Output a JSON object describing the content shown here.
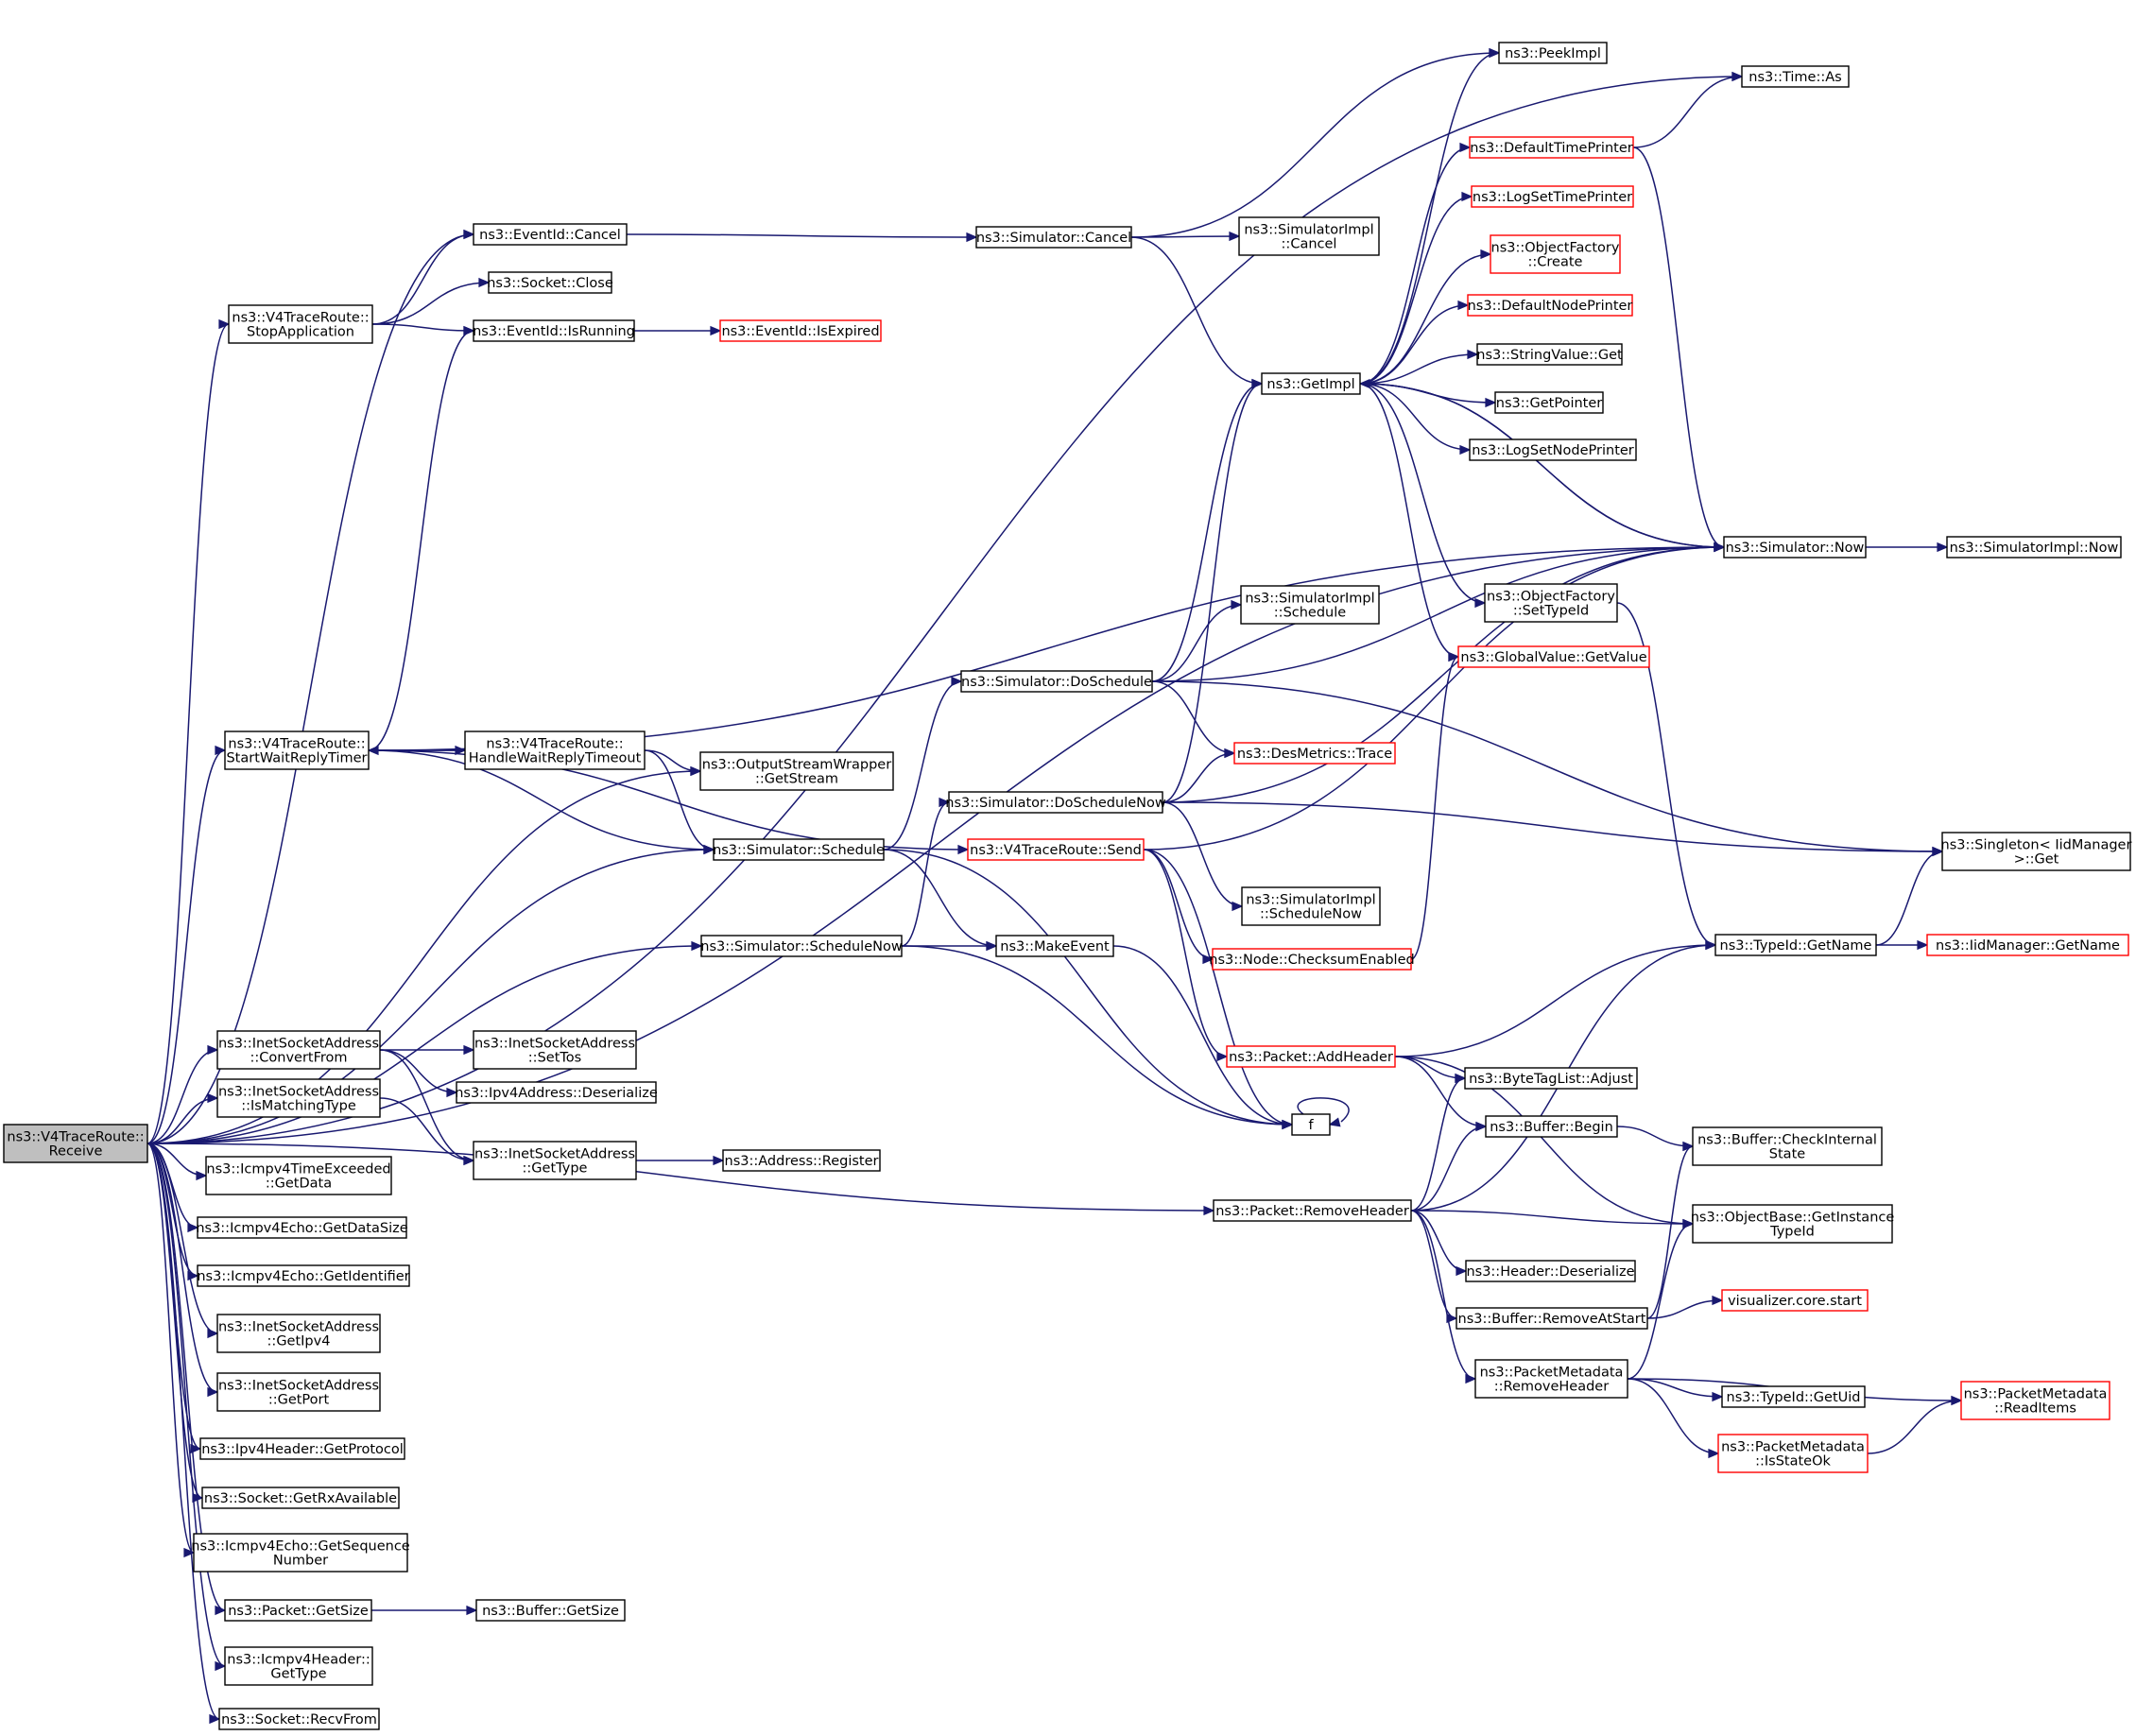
{
  "colors": {
    "edge": "#191970",
    "node_border": "#000000",
    "truncated_border": "#ff0000",
    "root_fill": "#bfbfbf",
    "node_fill": "#ffffff"
  },
  "nodes": [
    {
      "id": "receive",
      "lines": [
        "ns3::V4TraceRoute::",
        "Receive"
      ],
      "style": "root"
    },
    {
      "id": "stopapp",
      "lines": [
        "ns3::V4TraceRoute::",
        "StopApplication"
      ],
      "style": "normal"
    },
    {
      "id": "evcancel",
      "lines": [
        "ns3::EventId::Cancel"
      ],
      "style": "normal"
    },
    {
      "id": "sockclose",
      "lines": [
        "ns3::Socket::Close"
      ],
      "style": "normal"
    },
    {
      "id": "evrunning",
      "lines": [
        "ns3::EventId::IsRunning"
      ],
      "style": "normal"
    },
    {
      "id": "evexpired",
      "lines": [
        "ns3::EventId::IsExpired"
      ],
      "style": "truncated"
    },
    {
      "id": "simcancel",
      "lines": [
        "ns3::Simulator::Cancel"
      ],
      "style": "normal"
    },
    {
      "id": "simimplcancel",
      "lines": [
        "ns3::SimulatorImpl",
        "::Cancel"
      ],
      "style": "normal"
    },
    {
      "id": "peekimpl",
      "lines": [
        "ns3::PeekImpl"
      ],
      "style": "normal"
    },
    {
      "id": "timeas",
      "lines": [
        "ns3::Time::As"
      ],
      "style": "normal"
    },
    {
      "id": "deftimeprinter",
      "lines": [
        "ns3::DefaultTimePrinter"
      ],
      "style": "truncated"
    },
    {
      "id": "logsettimeprinter",
      "lines": [
        "ns3::LogSetTimePrinter"
      ],
      "style": "truncated"
    },
    {
      "id": "objfactcreate",
      "lines": [
        "ns3::ObjectFactory",
        "::Create"
      ],
      "style": "truncated"
    },
    {
      "id": "defnodeprinter",
      "lines": [
        "ns3::DefaultNodePrinter"
      ],
      "style": "truncated"
    },
    {
      "id": "stringvalget",
      "lines": [
        "ns3::StringValue::Get"
      ],
      "style": "normal"
    },
    {
      "id": "getpointer",
      "lines": [
        "ns3::GetPointer"
      ],
      "style": "normal"
    },
    {
      "id": "logsetnodeprinter",
      "lines": [
        "ns3::LogSetNodePrinter"
      ],
      "style": "normal"
    },
    {
      "id": "getimpl",
      "lines": [
        "ns3::GetImpl"
      ],
      "style": "normal"
    },
    {
      "id": "simnow",
      "lines": [
        "ns3::Simulator::Now"
      ],
      "style": "normal"
    },
    {
      "id": "simimplnow",
      "lines": [
        "ns3::SimulatorImpl::Now"
      ],
      "style": "normal"
    },
    {
      "id": "objfactsettypeid",
      "lines": [
        "ns3::ObjectFactory",
        "::SetTypeId"
      ],
      "style": "normal"
    },
    {
      "id": "globalvalget",
      "lines": [
        "ns3::GlobalValue::GetValue"
      ],
      "style": "truncated"
    },
    {
      "id": "simimplschedule",
      "lines": [
        "ns3::SimulatorImpl",
        "::Schedule"
      ],
      "style": "normal"
    },
    {
      "id": "simdoschedule",
      "lines": [
        "ns3::Simulator::DoSchedule"
      ],
      "style": "normal"
    },
    {
      "id": "desmetrics",
      "lines": [
        "ns3::DesMetrics::Trace"
      ],
      "style": "truncated"
    },
    {
      "id": "startwait",
      "lines": [
        "ns3::V4TraceRoute::",
        "StartWaitReplyTimer"
      ],
      "style": "normal"
    },
    {
      "id": "handlewait",
      "lines": [
        "ns3::V4TraceRoute::",
        "HandleWaitReplyTimeout"
      ],
      "style": "normal"
    },
    {
      "id": "getstream",
      "lines": [
        "ns3::OutputStreamWrapper",
        "::GetStream"
      ],
      "style": "normal"
    },
    {
      "id": "simdoschedulenow",
      "lines": [
        "ns3::Simulator::DoScheduleNow"
      ],
      "style": "normal"
    },
    {
      "id": "v4send",
      "lines": [
        "ns3::V4TraceRoute::Send"
      ],
      "style": "truncated"
    },
    {
      "id": "simschedule",
      "lines": [
        "ns3::Simulator::Schedule"
      ],
      "style": "normal"
    },
    {
      "id": "simimplschedulenow",
      "lines": [
        "ns3::SimulatorImpl",
        "::ScheduleNow"
      ],
      "style": "normal"
    },
    {
      "id": "singletonget",
      "lines": [
        "ns3::Singleton< IidManager",
        ">::Get"
      ],
      "style": "normal"
    },
    {
      "id": "simschedulenow",
      "lines": [
        "ns3::Simulator::ScheduleNow"
      ],
      "style": "normal"
    },
    {
      "id": "makeevent",
      "lines": [
        "ns3::MakeEvent"
      ],
      "style": "normal"
    },
    {
      "id": "checksum",
      "lines": [
        "ns3::Node::ChecksumEnabled"
      ],
      "style": "truncated"
    },
    {
      "id": "typeidgetname",
      "lines": [
        "ns3::TypeId::GetName"
      ],
      "style": "normal"
    },
    {
      "id": "iidgetname",
      "lines": [
        "ns3::IidManager::GetName"
      ],
      "style": "truncated"
    },
    {
      "id": "convertfrom",
      "lines": [
        "ns3::InetSocketAddress",
        "::ConvertFrom"
      ],
      "style": "normal"
    },
    {
      "id": "settos",
      "lines": [
        "ns3::InetSocketAddress",
        "::SetTos"
      ],
      "style": "normal"
    },
    {
      "id": "ipv4deser",
      "lines": [
        "ns3::Ipv4Address::Deserialize"
      ],
      "style": "normal"
    },
    {
      "id": "addheader",
      "lines": [
        "ns3::Packet::AddHeader"
      ],
      "style": "truncated"
    },
    {
      "id": "bytetag",
      "lines": [
        "ns3::ByteTagList::Adjust"
      ],
      "style": "normal"
    },
    {
      "id": "f",
      "lines": [
        "f"
      ],
      "style": "normal"
    },
    {
      "id": "ismatching",
      "lines": [
        "ns3::InetSocketAddress",
        "::IsMatchingType"
      ],
      "style": "normal"
    },
    {
      "id": "inetgettype",
      "lines": [
        "ns3::InetSocketAddress",
        "::GetType"
      ],
      "style": "normal"
    },
    {
      "id": "addrregister",
      "lines": [
        "ns3::Address::Register"
      ],
      "style": "normal"
    },
    {
      "id": "bufbegin",
      "lines": [
        "ns3::Buffer::Begin"
      ],
      "style": "normal"
    },
    {
      "id": "bufcheck",
      "lines": [
        "ns3::Buffer::CheckInternal",
        "State"
      ],
      "style": "normal"
    },
    {
      "id": "icmptimeex",
      "lines": [
        "ns3::Icmpv4TimeExceeded",
        "::GetData"
      ],
      "style": "normal"
    },
    {
      "id": "removeheader",
      "lines": [
        "ns3::Packet::RemoveHeader"
      ],
      "style": "normal"
    },
    {
      "id": "objbase",
      "lines": [
        "ns3::ObjectBase::GetInstance",
        "TypeId"
      ],
      "style": "normal"
    },
    {
      "id": "echodatasize",
      "lines": [
        "ns3::Icmpv4Echo::GetDataSize"
      ],
      "style": "normal"
    },
    {
      "id": "echoident",
      "lines": [
        "ns3::Icmpv4Echo::GetIdentifier"
      ],
      "style": "normal"
    },
    {
      "id": "headerdeser",
      "lines": [
        "ns3::Header::Deserialize"
      ],
      "style": "normal"
    },
    {
      "id": "bufremove",
      "lines": [
        "ns3::Buffer::RemoveAtStart"
      ],
      "style": "normal"
    },
    {
      "id": "vizstart",
      "lines": [
        "visualizer.core.start"
      ],
      "style": "truncated"
    },
    {
      "id": "getipv4",
      "lines": [
        "ns3::InetSocketAddress",
        "::GetIpv4"
      ],
      "style": "normal"
    },
    {
      "id": "pmremove",
      "lines": [
        "ns3::PacketMetadata",
        "::RemoveHeader"
      ],
      "style": "normal"
    },
    {
      "id": "getport",
      "lines": [
        "ns3::InetSocketAddress",
        "::GetPort"
      ],
      "style": "normal"
    },
    {
      "id": "typeidgetuid",
      "lines": [
        "ns3::TypeId::GetUid"
      ],
      "style": "normal"
    },
    {
      "id": "pmreaditems",
      "lines": [
        "ns3::PacketMetadata",
        "::ReadItems"
      ],
      "style": "truncated"
    },
    {
      "id": "pmstateok",
      "lines": [
        "ns3::PacketMetadata",
        "::IsStateOk"
      ],
      "style": "truncated"
    },
    {
      "id": "ipv4proto",
      "lines": [
        "ns3::Ipv4Header::GetProtocol"
      ],
      "style": "normal"
    },
    {
      "id": "sockrxavail",
      "lines": [
        "ns3::Socket::GetRxAvailable"
      ],
      "style": "normal"
    },
    {
      "id": "echoseq",
      "lines": [
        "ns3::Icmpv4Echo::GetSequence",
        "Number"
      ],
      "style": "normal"
    },
    {
      "id": "pktgetsize",
      "lines": [
        "ns3::Packet::GetSize"
      ],
      "style": "normal"
    },
    {
      "id": "bufgetsize",
      "lines": [
        "ns3::Buffer::GetSize"
      ],
      "style": "normal"
    },
    {
      "id": "icmpgettype",
      "lines": [
        "ns3::Icmpv4Header::",
        "GetType"
      ],
      "style": "normal"
    },
    {
      "id": "recvfrom",
      "lines": [
        "ns3::Socket::RecvFrom"
      ],
      "style": "normal"
    }
  ],
  "edges": [
    [
      "receive",
      "timeas"
    ],
    [
      "receive",
      "evcancel"
    ],
    [
      "receive",
      "stopapp"
    ],
    [
      "receive",
      "simnow"
    ],
    [
      "receive",
      "startwait"
    ],
    [
      "receive",
      "getstream"
    ],
    [
      "receive",
      "simschedule"
    ],
    [
      "receive",
      "simschedulenow"
    ],
    [
      "receive",
      "removeheader"
    ],
    [
      "receive",
      "convertfrom"
    ],
    [
      "receive",
      "ismatching"
    ],
    [
      "receive",
      "icmptimeex"
    ],
    [
      "receive",
      "echodatasize"
    ],
    [
      "receive",
      "echoident"
    ],
    [
      "receive",
      "getipv4"
    ],
    [
      "receive",
      "getport"
    ],
    [
      "receive",
      "ipv4proto"
    ],
    [
      "receive",
      "sockrxavail"
    ],
    [
      "receive",
      "echoseq"
    ],
    [
      "receive",
      "pktgetsize"
    ],
    [
      "receive",
      "icmpgettype"
    ],
    [
      "receive",
      "recvfrom"
    ],
    [
      "stopapp",
      "evcancel"
    ],
    [
      "stopapp",
      "sockclose"
    ],
    [
      "stopapp",
      "evrunning"
    ],
    [
      "evcancel",
      "simcancel"
    ],
    [
      "evrunning",
      "evexpired"
    ],
    [
      "simcancel",
      "peekimpl"
    ],
    [
      "simcancel",
      "simimplcancel"
    ],
    [
      "simcancel",
      "getimpl"
    ],
    [
      "getimpl",
      "peekimpl"
    ],
    [
      "getimpl",
      "deftimeprinter"
    ],
    [
      "getimpl",
      "logsettimeprinter"
    ],
    [
      "getimpl",
      "objfactcreate"
    ],
    [
      "getimpl",
      "defnodeprinter"
    ],
    [
      "getimpl",
      "stringvalget"
    ],
    [
      "getimpl",
      "getpointer"
    ],
    [
      "getimpl",
      "logsetnodeprinter"
    ],
    [
      "getimpl",
      "simnow"
    ],
    [
      "getimpl",
      "objfactsettypeid"
    ],
    [
      "getimpl",
      "globalvalget"
    ],
    [
      "deftimeprinter",
      "timeas"
    ],
    [
      "deftimeprinter",
      "simnow"
    ],
    [
      "simnow",
      "getimpl"
    ],
    [
      "simnow",
      "simimplnow"
    ],
    [
      "objfactsettypeid",
      "typeidgetname"
    ],
    [
      "simdoschedule",
      "simimplschedule"
    ],
    [
      "simdoschedule",
      "getimpl"
    ],
    [
      "simdoschedule",
      "desmetrics"
    ],
    [
      "simdoschedule",
      "simnow"
    ],
    [
      "simdoschedule",
      "singletonget"
    ],
    [
      "startwait",
      "evrunning"
    ],
    [
      "startwait",
      "handlewait"
    ],
    [
      "startwait",
      "simnow"
    ],
    [
      "startwait",
      "simschedule"
    ],
    [
      "startwait",
      "v4send"
    ],
    [
      "handlewait",
      "startwait"
    ],
    [
      "handlewait",
      "getstream"
    ],
    [
      "handlewait",
      "simschedule"
    ],
    [
      "simdoschedulenow",
      "getimpl"
    ],
    [
      "simdoschedulenow",
      "desmetrics"
    ],
    [
      "simdoschedulenow",
      "simnow"
    ],
    [
      "simdoschedulenow",
      "singletonget"
    ],
    [
      "simdoschedulenow",
      "simimplschedulenow"
    ],
    [
      "simschedule",
      "simdoschedule"
    ],
    [
      "simschedule",
      "makeevent"
    ],
    [
      "simschedule",
      "f"
    ],
    [
      "simschedulenow",
      "simdoschedulenow"
    ],
    [
      "simschedulenow",
      "makeevent"
    ],
    [
      "simschedulenow",
      "f"
    ],
    [
      "makeevent",
      "f"
    ],
    [
      "f",
      "f"
    ],
    [
      "v4send",
      "checksum"
    ],
    [
      "v4send",
      "addheader"
    ],
    [
      "v4send",
      "simnow"
    ],
    [
      "v4send",
      "f"
    ],
    [
      "checksum",
      "globalvalget"
    ],
    [
      "typeidgetname",
      "singletonget"
    ],
    [
      "typeidgetname",
      "iidgetname"
    ],
    [
      "convertfrom",
      "settos"
    ],
    [
      "convertfrom",
      "ipv4deser"
    ],
    [
      "convertfrom",
      "inetgettype"
    ],
    [
      "ismatching",
      "inetgettype"
    ],
    [
      "inetgettype",
      "addrregister"
    ],
    [
      "addheader",
      "typeidgetname"
    ],
    [
      "addheader",
      "objbase"
    ],
    [
      "addheader",
      "bytetag"
    ],
    [
      "addheader",
      "bufbegin"
    ],
    [
      "bufbegin",
      "bufcheck"
    ],
    [
      "removeheader",
      "bytetag"
    ],
    [
      "removeheader",
      "bufbegin"
    ],
    [
      "removeheader",
      "objbase"
    ],
    [
      "removeheader",
      "typeidgetname"
    ],
    [
      "removeheader",
      "headerdeser"
    ],
    [
      "removeheader",
      "bufremove"
    ],
    [
      "removeheader",
      "pmremove"
    ],
    [
      "bufremove",
      "bufcheck"
    ],
    [
      "bufremove",
      "vizstart"
    ],
    [
      "pmremove",
      "objbase"
    ],
    [
      "pmremove",
      "typeidgetuid"
    ],
    [
      "pmremove",
      "pmreaditems"
    ],
    [
      "pmremove",
      "pmstateok"
    ],
    [
      "pmstateok",
      "pmreaditems"
    ],
    [
      "pktgetsize",
      "bufgetsize"
    ]
  ]
}
